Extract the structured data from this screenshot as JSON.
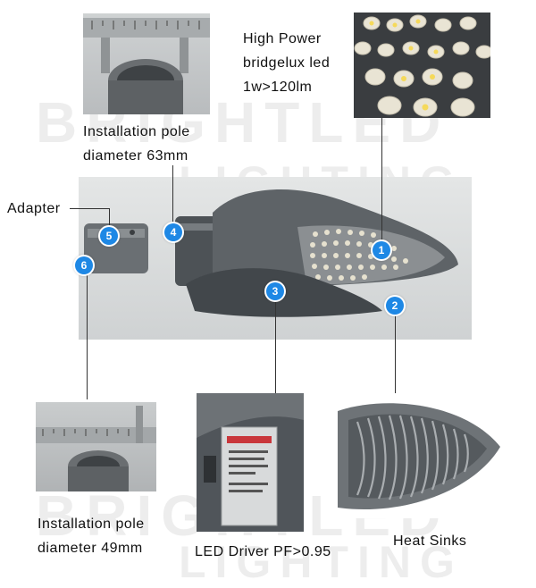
{
  "labels": {
    "led_line1": "High Power",
    "led_line2": "bridgelux led",
    "led_line3": "1w>120lm",
    "pole63_line1": "Installation pole",
    "pole63_line2": "diameter  63mm",
    "adapter": "Adapter",
    "pole49_line1": "Installation pole",
    "pole49_line2": "diameter  49mm",
    "driver": "LED Driver  PF>0.95",
    "heatsinks": "Heat Sinks"
  },
  "badges": [
    "1",
    "2",
    "3",
    "4",
    "5",
    "6"
  ],
  "watermark": {
    "line1": "BRIGHTLED",
    "line2": "LIGHTING"
  },
  "colors": {
    "badge": "#1e88e5",
    "housing": "#5a5f63",
    "background_photo": "#d9dcdd",
    "leader_line": "#333333"
  }
}
